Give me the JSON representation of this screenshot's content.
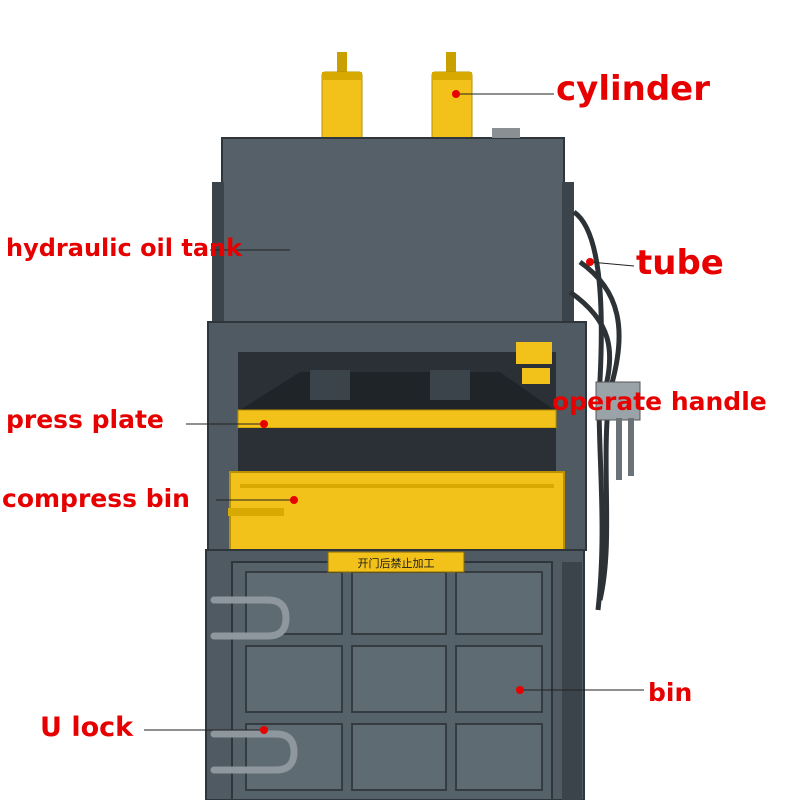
{
  "labels": {
    "cylinder": "cylinder",
    "hydraulic_oil_tank": "hydraulic oil tank",
    "tube": "tube",
    "operate_handle": "operate handle",
    "press_plate": "press plate",
    "compress_bin": "compress bin",
    "bin": "bin",
    "u_lock": "U lock"
  },
  "warning_sign": "开门后禁止加工",
  "colors": {
    "label": "#e60000",
    "body": "#4f5a62",
    "body_dark": "#3b444b",
    "yellow": "#f2c21b"
  }
}
